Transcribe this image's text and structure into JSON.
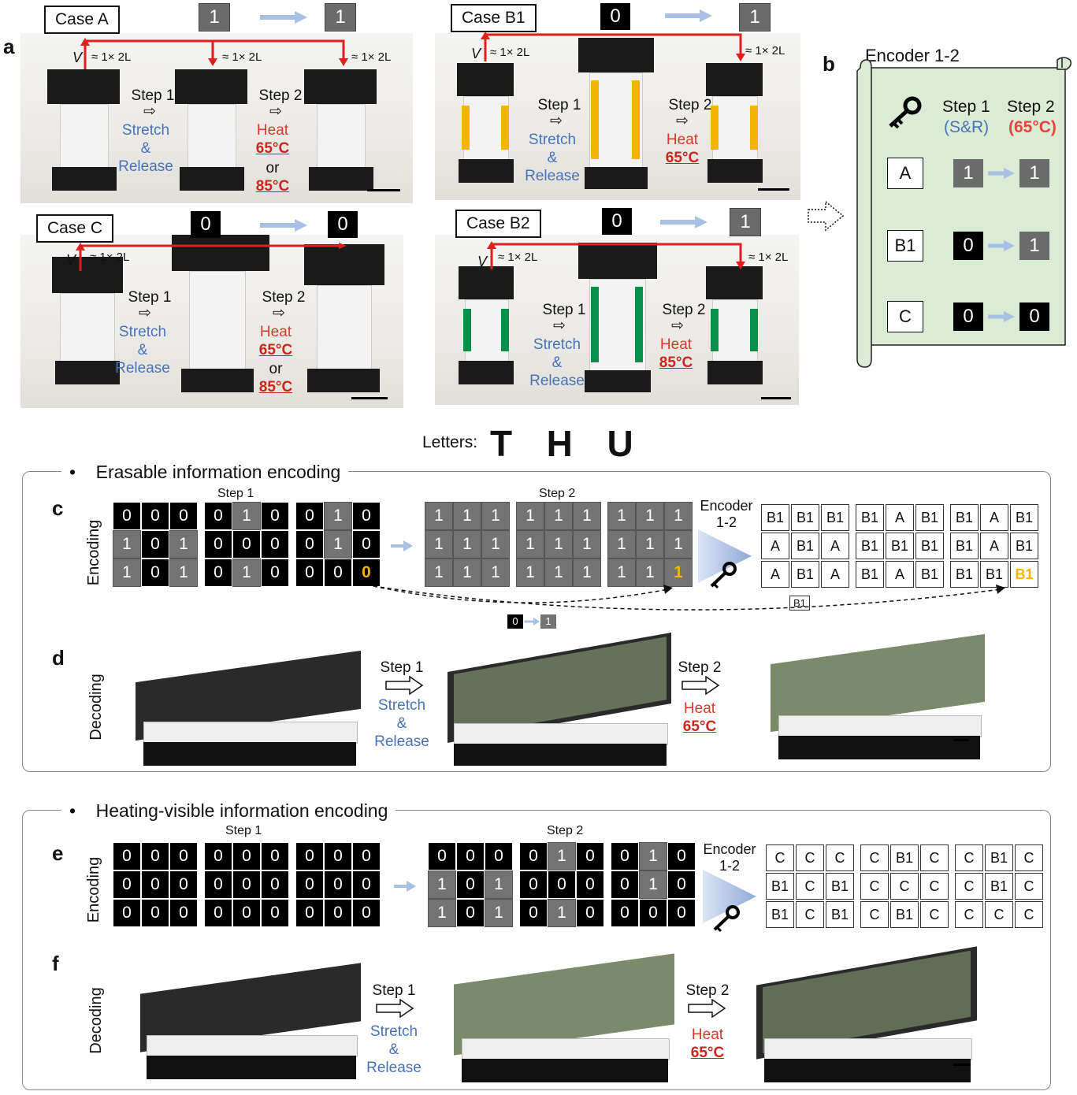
{
  "panels": {
    "a": "a",
    "b": "b",
    "c": "c",
    "d": "d",
    "e": "e",
    "f": "f"
  },
  "case_a": {
    "label": "Case A",
    "bit_before": "1",
    "bit_after": "1",
    "v": "V",
    "disp": "≈ 1× 2L",
    "step1": "Step 1",
    "stretch": "Stretch",
    "amp": "&",
    "release": "Release",
    "step2": "Step 2",
    "heat": "Heat",
    "t1": "65°C",
    "or": "or",
    "t2": "85°C"
  },
  "case_b1": {
    "label": "Case B1",
    "bit_before": "0",
    "bit_after": "1",
    "v": "V",
    "disp": "≈ 1× 2L",
    "step1": "Step 1",
    "stretch": "Stretch",
    "amp": "&",
    "release": "Release",
    "step2": "Step 2",
    "heat": "Heat",
    "t1": "65°C"
  },
  "case_c": {
    "label": "Case C",
    "bit_before": "0",
    "bit_after": "0",
    "v": "V",
    "disp": "≈ 1× 2L",
    "step1": "Step 1",
    "stretch": "Stretch",
    "amp": "&",
    "release": "Release",
    "step2": "Step 2",
    "heat": "Heat",
    "t1": "65°C",
    "or": "or",
    "t2": "85°C"
  },
  "case_b2": {
    "label": "Case B2",
    "bit_before": "0",
    "bit_after": "1",
    "v": "V",
    "disp": "≈ 1× 2L",
    "step1": "Step 1",
    "stretch": "Stretch",
    "amp": "&",
    "release": "Release",
    "step2": "Step 2",
    "heat": "Heat",
    "t1": "85°C"
  },
  "encoder": {
    "title": "Encoder 1-2",
    "step1": "Step 1",
    "step1_sub": "(S&R)",
    "step2": "Step 2",
    "step2_sub": "(65°C)",
    "rows": [
      {
        "name": "A",
        "before": "1",
        "after": "1"
      },
      {
        "name": "B1",
        "before": "0",
        "after": "1"
      },
      {
        "name": "C",
        "before": "0",
        "after": "0"
      }
    ]
  },
  "letters": {
    "label": "Letters:",
    "values": "T  H  U"
  },
  "erasable": {
    "title": "Erasable information encoding",
    "encoding_label": "Encoding",
    "step1": "Step 1",
    "step2": "Step 2",
    "encoder_label": "Encoder 1-2",
    "grid_step1": [
      [
        "0",
        "0",
        "0",
        "0",
        "1",
        "0",
        "0",
        "1",
        "0"
      ],
      [
        "1",
        "0",
        "1",
        "0",
        "0",
        "0",
        "0",
        "1",
        "0"
      ],
      [
        "1",
        "0",
        "1",
        "0",
        "1",
        "0",
        "0",
        "0",
        "0"
      ]
    ],
    "grid_step2": [
      [
        "1",
        "1",
        "1",
        "1",
        "1",
        "1",
        "1",
        "1",
        "1"
      ],
      [
        "1",
        "1",
        "1",
        "1",
        "1",
        "1",
        "1",
        "1",
        "1"
      ],
      [
        "1",
        "1",
        "1",
        "1",
        "1",
        "1",
        "1",
        "1",
        "1"
      ]
    ],
    "grid_enc": [
      [
        "B1",
        "B1",
        "B1",
        "B1",
        "A",
        "B1",
        "B1",
        "A",
        "B1"
      ],
      [
        "A",
        "B1",
        "A",
        "B1",
        "B1",
        "B1",
        "B1",
        "A",
        "B1"
      ],
      [
        "A",
        "B1",
        "A",
        "B1",
        "A",
        "B1",
        "B1",
        "B1",
        "B1"
      ]
    ],
    "legend_box": "B1",
    "legend_from": "0",
    "legend_to": "1",
    "decoding_label": "Decoding",
    "d_step1": "Step 1",
    "d_stretch": "Stretch",
    "d_amp": "&",
    "d_release": "Release",
    "d_step2": "Step 2",
    "d_heat": "Heat",
    "d_temp": "65°C",
    "highlight_color": "#f5b400"
  },
  "heating": {
    "title": "Heating-visible information encoding",
    "encoding_label": "Encoding",
    "step1": "Step 1",
    "step2": "Step 2",
    "encoder_label": "Encoder 1-2",
    "grid_step1": [
      [
        "0",
        "0",
        "0",
        "0",
        "0",
        "0",
        "0",
        "0",
        "0"
      ],
      [
        "0",
        "0",
        "0",
        "0",
        "0",
        "0",
        "0",
        "0",
        "0"
      ],
      [
        "0",
        "0",
        "0",
        "0",
        "0",
        "0",
        "0",
        "0",
        "0"
      ]
    ],
    "grid_step2": [
      [
        "0",
        "0",
        "0",
        "0",
        "1",
        "0",
        "0",
        "1",
        "0"
      ],
      [
        "1",
        "0",
        "1",
        "0",
        "0",
        "0",
        "0",
        "1",
        "0"
      ],
      [
        "1",
        "0",
        "1",
        "0",
        "1",
        "0",
        "0",
        "0",
        "0"
      ]
    ],
    "grid_enc": [
      [
        "C",
        "C",
        "C",
        "C",
        "B1",
        "C",
        "C",
        "B1",
        "C"
      ],
      [
        "B1",
        "C",
        "B1",
        "C",
        "C",
        "C",
        "C",
        "B1",
        "C"
      ],
      [
        "B1",
        "C",
        "B1",
        "C",
        "B1",
        "C",
        "C",
        "C",
        "C"
      ]
    ],
    "decoding_label": "Decoding",
    "d_step1": "Step 1",
    "d_stretch": "Stretch",
    "d_amp": "&",
    "d_release": "Release",
    "d_step2": "Step 2",
    "d_heat": "Heat",
    "d_temp": "65°C"
  }
}
